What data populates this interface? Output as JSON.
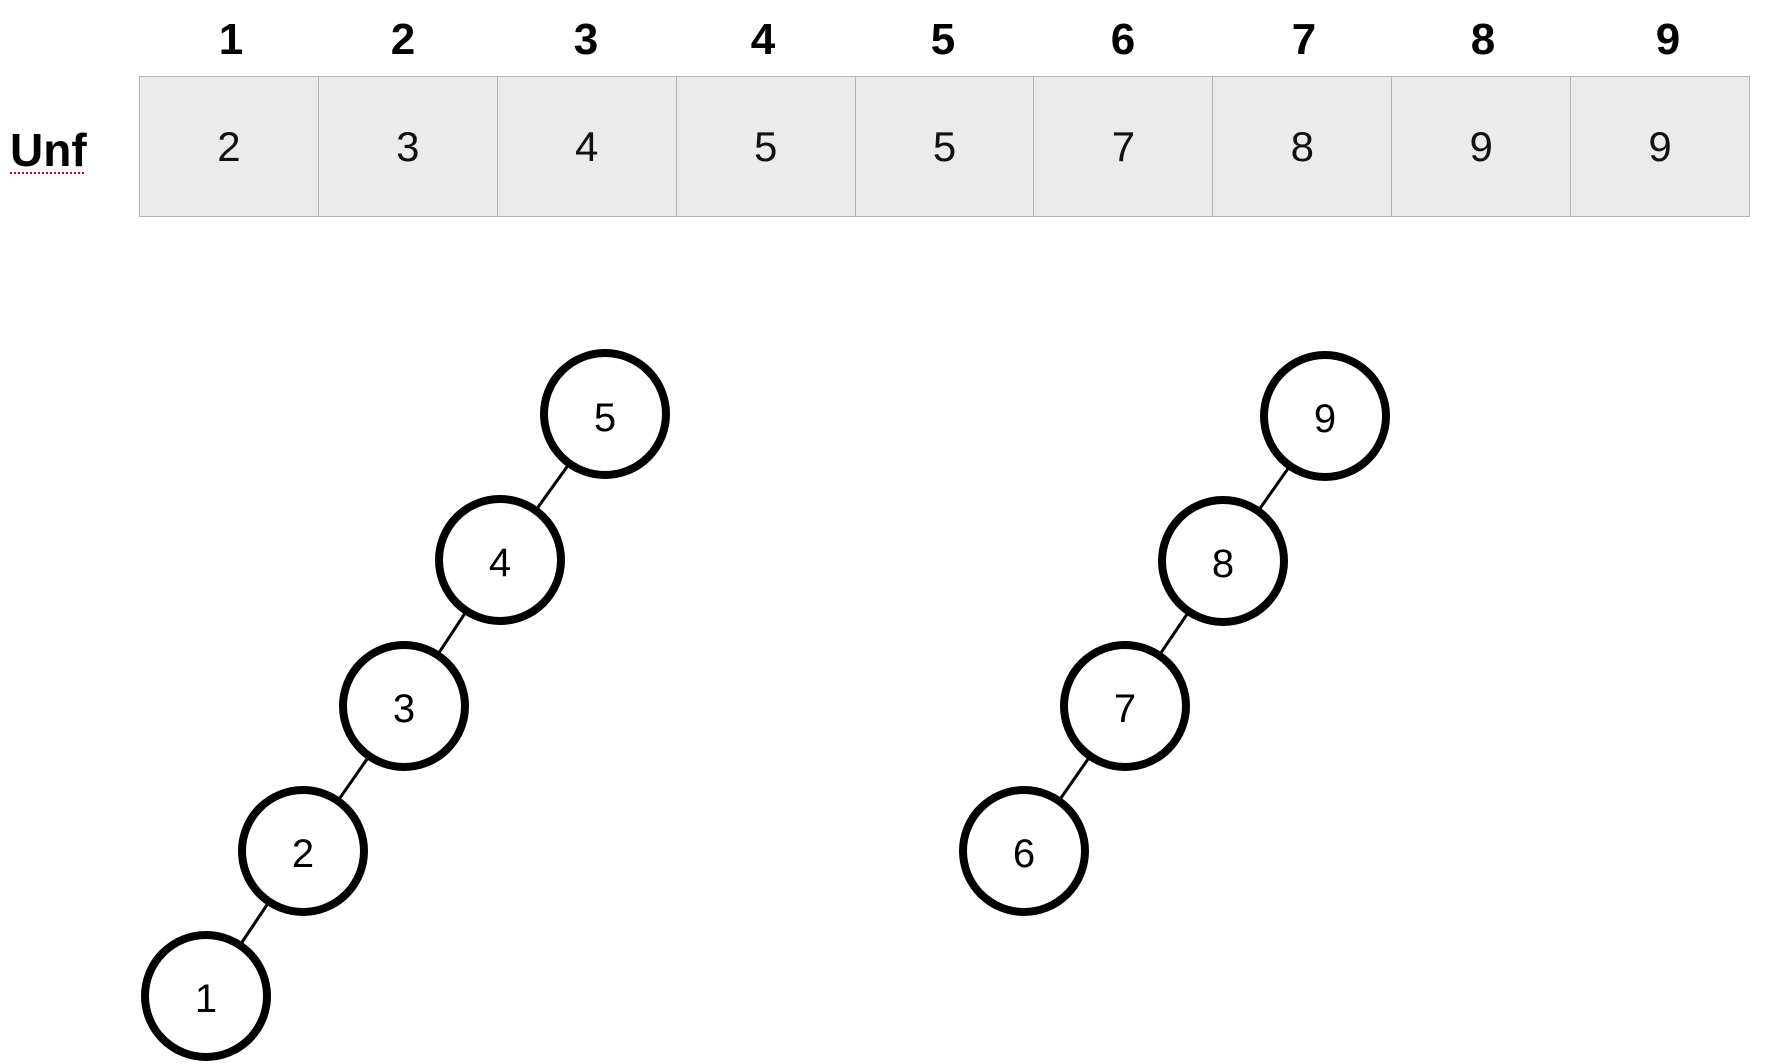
{
  "array": {
    "row_label": "Unf",
    "indices": [
      "1",
      "2",
      "3",
      "4",
      "5",
      "6",
      "7",
      "8",
      "9"
    ],
    "values": [
      "2",
      "3",
      "4",
      "5",
      "5",
      "7",
      "8",
      "9",
      "9"
    ]
  },
  "trees": [
    {
      "nodes": [
        "5",
        "4",
        "3",
        "2",
        "1"
      ],
      "edges": [
        [
          "5",
          "4"
        ],
        [
          "4",
          "3"
        ],
        [
          "3",
          "2"
        ],
        [
          "2",
          "1"
        ]
      ]
    },
    {
      "nodes": [
        "9",
        "8",
        "7",
        "6"
      ],
      "edges": [
        [
          "9",
          "8"
        ],
        [
          "8",
          "7"
        ],
        [
          "7",
          "6"
        ]
      ]
    }
  ]
}
